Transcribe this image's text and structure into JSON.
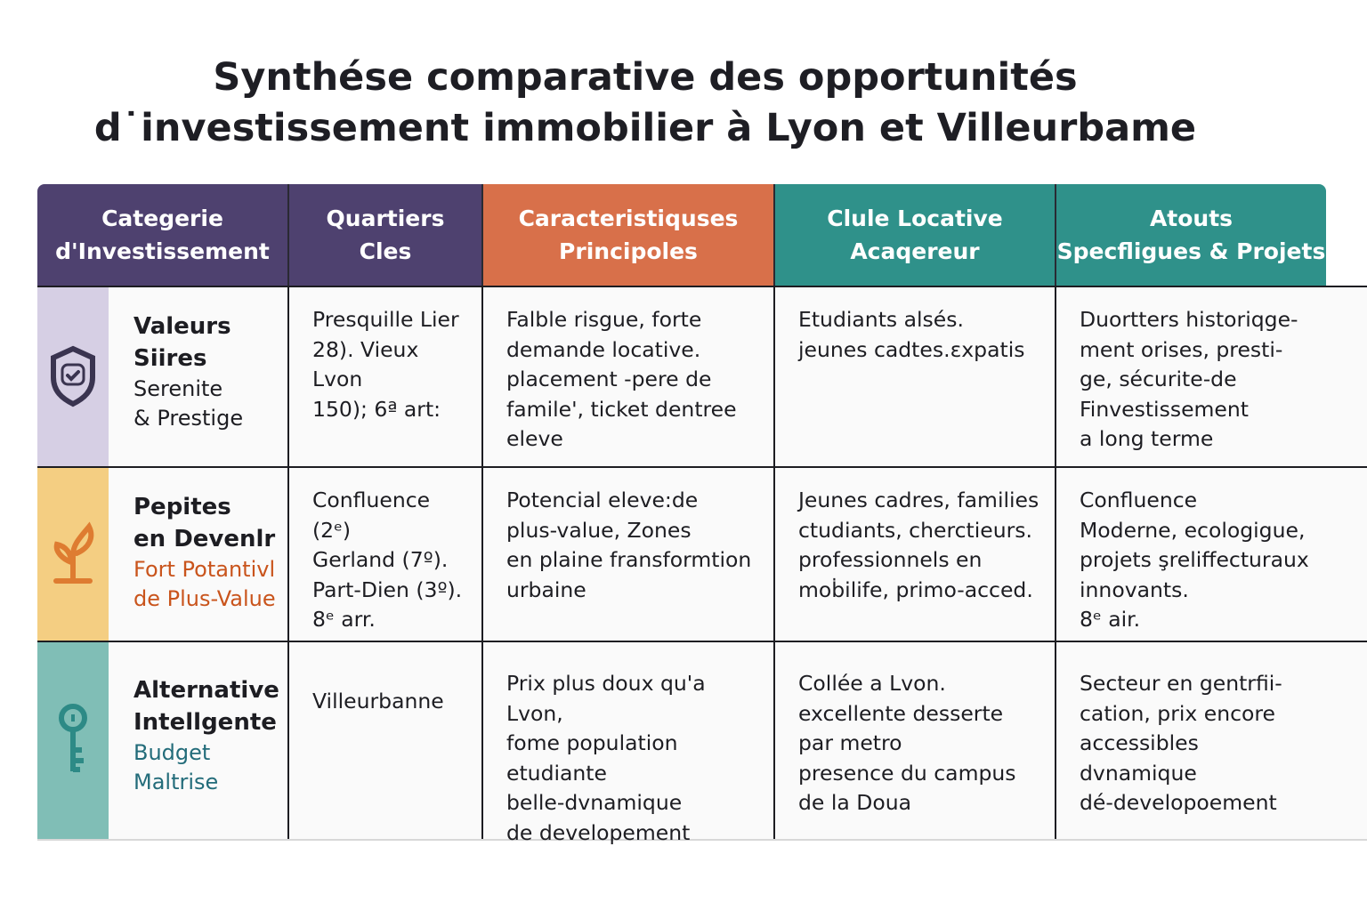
{
  "title": {
    "line1": "Synthése comparative des opportunités",
    "line2": "d˙investissement immobilier à Lyon et Villeurbame"
  },
  "colors": {
    "purple": "#4e416f",
    "orange": "#d8704a",
    "teal": "#2f918a",
    "strip_lavender": "#d6cfe4",
    "strip_yellow": "#f4ce82",
    "strip_teal": "#80beb6",
    "accent_orange_text": "#c9541c",
    "accent_teal_text": "#236c7a"
  },
  "headers": [
    {
      "line1": "Categerie",
      "line2": "d'Investissement"
    },
    {
      "line1": "Quartiers",
      "line2": "Cles"
    },
    {
      "line1": "Caracteristiquses",
      "line2": "Principoles"
    },
    {
      "line1": "Clule Locative",
      "line2": "Acaqereur"
    },
    {
      "line1": "Atouts",
      "line2": "Specfligues & Projets"
    }
  ],
  "rows": [
    {
      "icon": "shield-check-icon",
      "title": [
        "Valeurs",
        "Siires"
      ],
      "subtitle": [
        "Serenite",
        "& Prestige"
      ],
      "quartiers": [
        "Presquille Lier",
        "28). Vieux Lvon",
        "150); 6ª art:"
      ],
      "caracteristiques": [
        "Falble risgue, forte",
        "demande locative.",
        "placement -pere de",
        "famile', ticket dentree",
        "eleve"
      ],
      "cible": [
        "Etudiants alsés.",
        "jeunes cadtes.ɛxpatis"
      ],
      "atouts": [
        "Duortters historiqge-",
        "ment orises, presti-",
        "ge, sécurite-de",
        "Finvestissement",
        "a long terme"
      ]
    },
    {
      "icon": "sprout-icon",
      "title": [
        "Pepites",
        "en Devenlr"
      ],
      "subtitle": [
        "Fort Potantivl",
        "de Plus-Value"
      ],
      "quartiers": [
        "Confluence (2ᵉ)",
        "Gerland (7º).",
        "Part-Dien (3º).",
        "8ᵉ arr."
      ],
      "caracteristiques": [
        "Potencial eleve:de",
        "plus-value, Zones",
        "en plaine fransformtion",
        "urbaine"
      ],
      "cible": [
        "Jeunes cadres, families",
        "ctudiants, cherctieurs.",
        "professionnels en",
        "moḃilife, primo-acced."
      ],
      "atouts": [
        "Confluence",
        "Moderne, ecologigue,",
        "projets şreliffecturaux",
        "innovants.",
        "8ᵉ air."
      ]
    },
    {
      "icon": "key-icon",
      "title": [
        "Alternative",
        "Intellgente"
      ],
      "subtitle": [
        "Budget",
        "Maltrise"
      ],
      "quartiers": [
        "Villeurbanne"
      ],
      "caracteristiques": [
        "Prix plus doux qu'a Lvon,",
        "fome population",
        "etudiante",
        "belle-dvnamique",
        "de developement"
      ],
      "cible": [
        "Collée a Lvon.",
        "excellente desserte",
        "par metro",
        "presence du campus",
        "de la Doua"
      ],
      "atouts": [
        "Secteur en gentrfii-",
        "cation, prix encore",
        "accessibles",
        "dvnamique",
        "dé-developoement"
      ]
    }
  ]
}
